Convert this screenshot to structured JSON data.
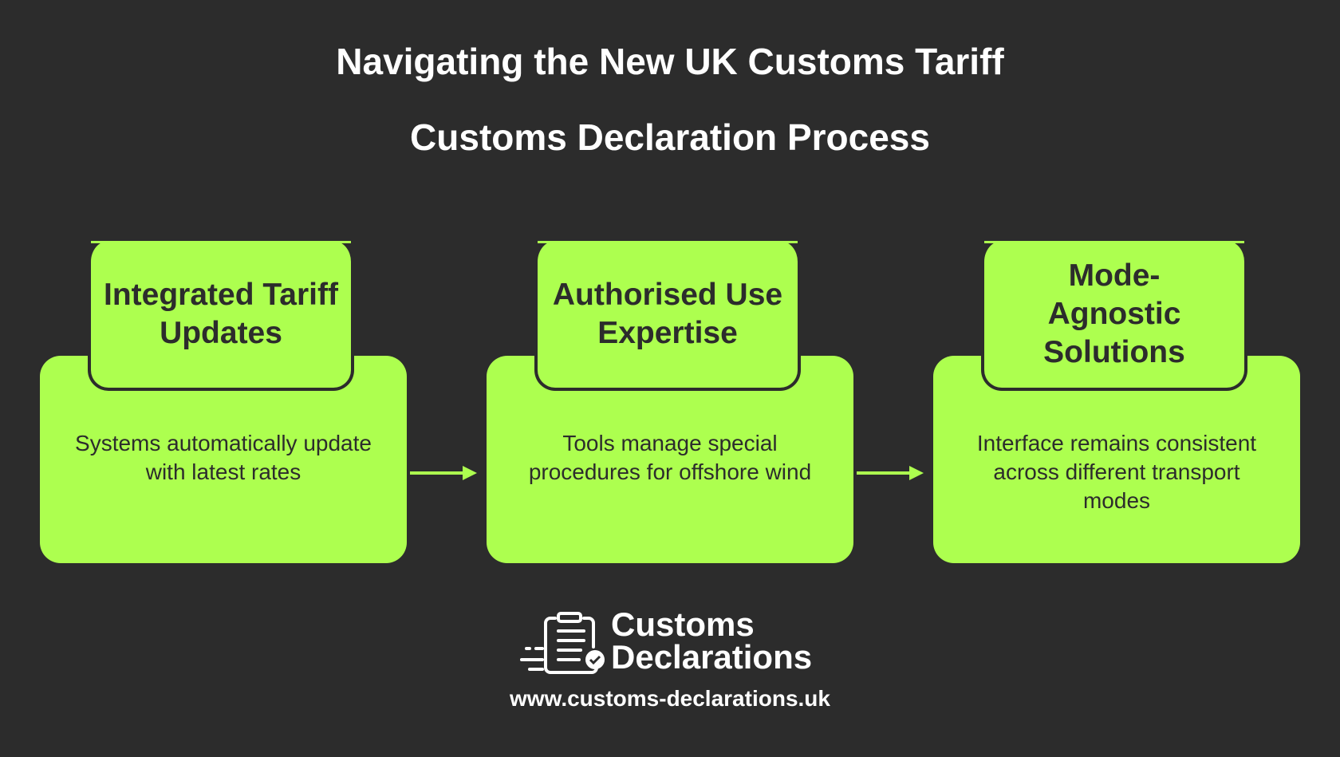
{
  "title": "Navigating the New UK Customs Tariff",
  "subtitle": "Customs Declaration Process",
  "steps": [
    {
      "heading": "Integrated Tariff Updates",
      "description": "Systems automatically update with latest rates"
    },
    {
      "heading": "Authorised Use Expertise",
      "description": "Tools manage special procedures for offshore wind"
    },
    {
      "heading": "Mode-Agnostic Solutions",
      "description": "Interface remains consistent across different transport modes"
    }
  ],
  "logo": {
    "line1": "Customs",
    "line2": "Declarations"
  },
  "url": "www.customs-declarations.uk",
  "colors": {
    "background": "#2c2c2c",
    "accent": "#adff4f",
    "text": "#2c2c2c"
  }
}
